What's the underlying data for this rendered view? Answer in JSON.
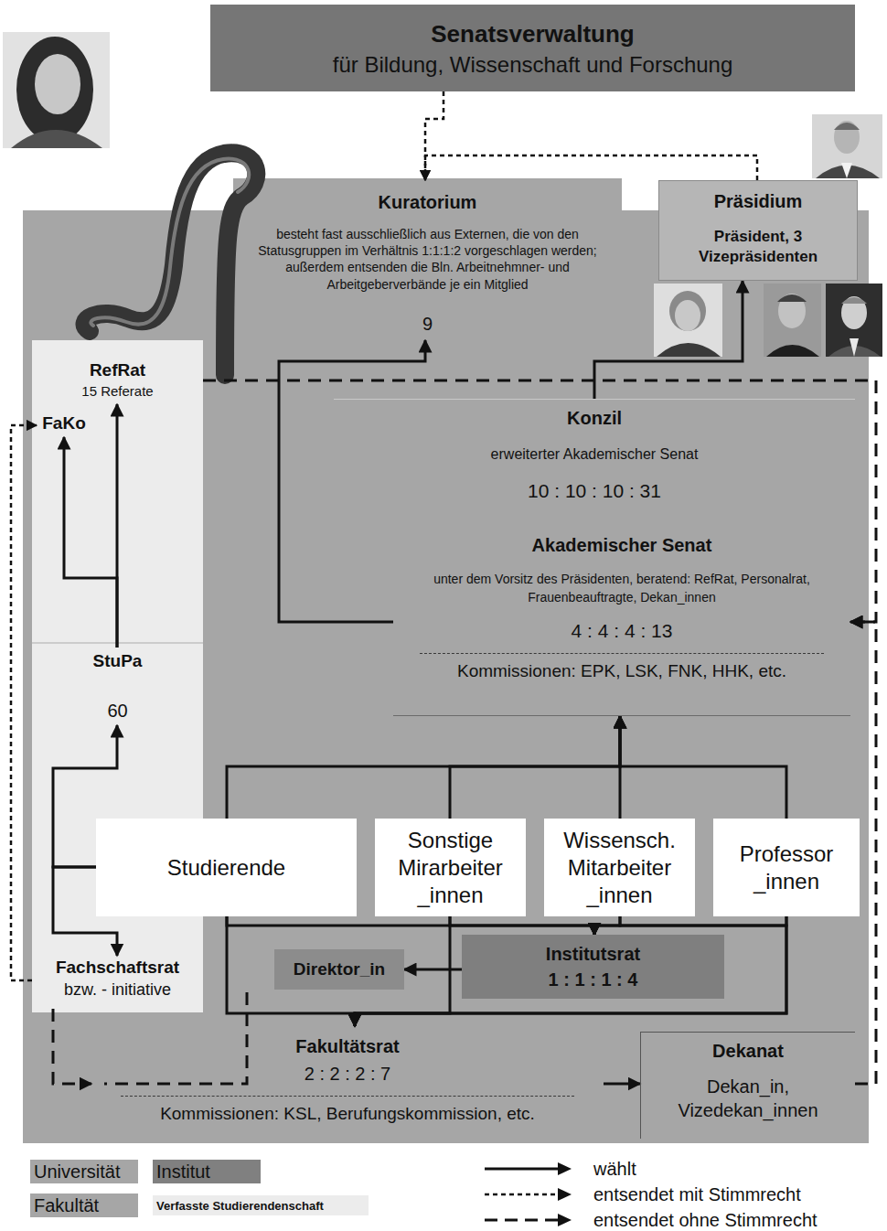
{
  "diagram": {
    "nodes": [
      {
        "text": [
          "Senatsverwaltung",
          "für Bildung, Wissenschaft und Forschung"
        ]
      },
      {
        "text": [
          "Kuratorium",
          "besteht fast ausschließlich aus Externen, die von den Statusgruppen im Verhältnis 1:1:1:2 vorgeschlagen werden; außerdem entsenden die Bln. Arbeitnehmner- und Arbeitgeberverbände je ein Mitglied",
          "9"
        ]
      },
      {
        "text": [
          "Präsidium",
          "Präsident, 3 Vizepräsidenten"
        ]
      },
      {
        "text": [
          "RefRat",
          "15 Referate"
        ]
      },
      {
        "text": [
          "FaKo"
        ]
      },
      {
        "text": [
          "Konzil",
          "erweiterter Akademischer Senat",
          "10 : 10 : 10 : 31"
        ]
      },
      {
        "text": [
          "Akademischer Senat",
          "unter dem Vorsitz des Präsidenten, beratend: RefRat, Personalrat, Frauenbeauftragte, Dekan_innen",
          "4 : 4 : 4 : 13",
          "Kommissionen: EPK, LSK, FNK, HHK, etc."
        ]
      },
      {
        "text": [
          "StuPa",
          "60"
        ]
      },
      {
        "text": [
          "Studierende"
        ]
      },
      {
        "text": [
          "Sonstige Mirarbeiter _innen"
        ]
      },
      {
        "text": [
          "Wissensch. Mitarbeiter _innen"
        ]
      },
      {
        "text": [
          "Professor _innen"
        ]
      },
      {
        "text": [
          "Fachschaftsrat",
          "bzw. - initiative"
        ]
      },
      {
        "text": [
          "Direktor_in"
        ]
      },
      {
        "text": [
          "Institutsrat",
          "1 : 1 : 1 : 4"
        ]
      },
      {
        "text": [
          "Fakultätsrat",
          "2 : 2 : 2 : 7",
          "Kommissionen: KSL, Berufungskommission, etc."
        ]
      },
      {
        "text": [
          "Dekanat",
          "Dekan_in, Vizedekan_innen"
        ]
      }
    ],
    "edges": [
      {
        "from": 0,
        "to": 1,
        "arrow": "to"
      },
      {
        "from": 2,
        "to": 1,
        "arrow": "to"
      },
      {
        "from": 6,
        "to": 1,
        "arrow": "to"
      },
      {
        "from": 5,
        "to": 2,
        "arrow": "to"
      },
      {
        "from": 3,
        "to": 6,
        "arrow": "to"
      },
      {
        "from": 16,
        "to": 6,
        "arrow": "to"
      },
      {
        "from": 7,
        "to": 3,
        "arrow": "to"
      },
      {
        "from": 7,
        "to": 4,
        "arrow": "to"
      },
      {
        "from": 8,
        "to": 7,
        "arrow": "to"
      },
      {
        "from": 8,
        "to": 12,
        "arrow": "to"
      },
      {
        "from": 12,
        "to": 4,
        "arrow": "to"
      },
      {
        "from": 8,
        "to": 6,
        "arrow": "to"
      },
      {
        "from": 9,
        "to": 6,
        "arrow": "to"
      },
      {
        "from": 10,
        "to": 6,
        "arrow": "to"
      },
      {
        "from": 11,
        "to": 6,
        "arrow": "to"
      },
      {
        "from": 8,
        "to": 14,
        "arrow": "to"
      },
      {
        "from": 9,
        "to": 14,
        "arrow": "to"
      },
      {
        "from": 10,
        "to": 14,
        "arrow": "to"
      },
      {
        "from": 11,
        "to": 14,
        "arrow": "to"
      },
      {
        "from": 8,
        "to": 15,
        "arrow": "to"
      },
      {
        "from": 9,
        "to": 15,
        "arrow": "to"
      },
      {
        "from": 10,
        "to": 15,
        "arrow": "to"
      },
      {
        "from": 11,
        "to": 15,
        "arrow": "to"
      },
      {
        "from": 14,
        "to": 13,
        "arrow": "to"
      },
      {
        "from": 12,
        "to": 15,
        "arrow": "to"
      },
      {
        "from": 15,
        "to": 16,
        "arrow": "to"
      }
    ],
    "legend": [
      {
        "text": "Universität",
        "color": "#a6a6a6"
      },
      {
        "text": "Institut",
        "color": "#808080"
      },
      {
        "text": "Fakultät",
        "color": "#a6a6a6"
      },
      {
        "text": "Verfasste Studierendenschaft",
        "color": "#ececec"
      },
      {
        "text": "wählt"
      },
      {
        "text": "entsendet mit Stimmrecht"
      },
      {
        "text": "entsendet ohne Stimmrecht"
      }
    ]
  }
}
